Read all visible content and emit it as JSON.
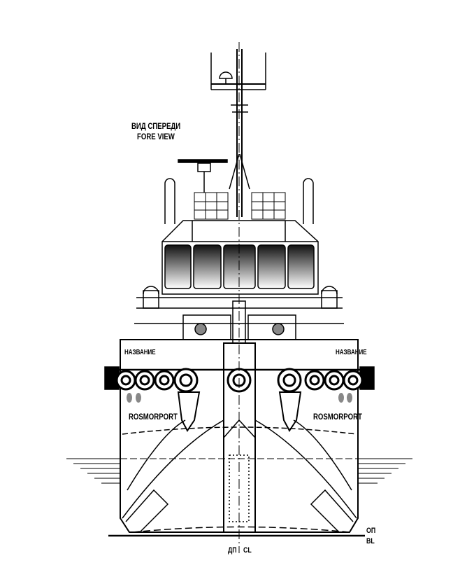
{
  "title": {
    "ru": "ВИД СПЕРЕДИ",
    "en": "FORE VIEW"
  },
  "hull_labels": {
    "name_left": "НАЗВАНИЕ",
    "name_right": "НАЗВАНИЕ",
    "owner_left": "ROSMORPORT",
    "owner_right": "ROSMORPORT"
  },
  "reference_lines": {
    "baseline_ru": "ОП",
    "baseline_en": "BL",
    "centerline_ru": "ДП",
    "centerline_en": "CL"
  },
  "colors": {
    "line": "#000000",
    "background": "#ffffff"
  }
}
